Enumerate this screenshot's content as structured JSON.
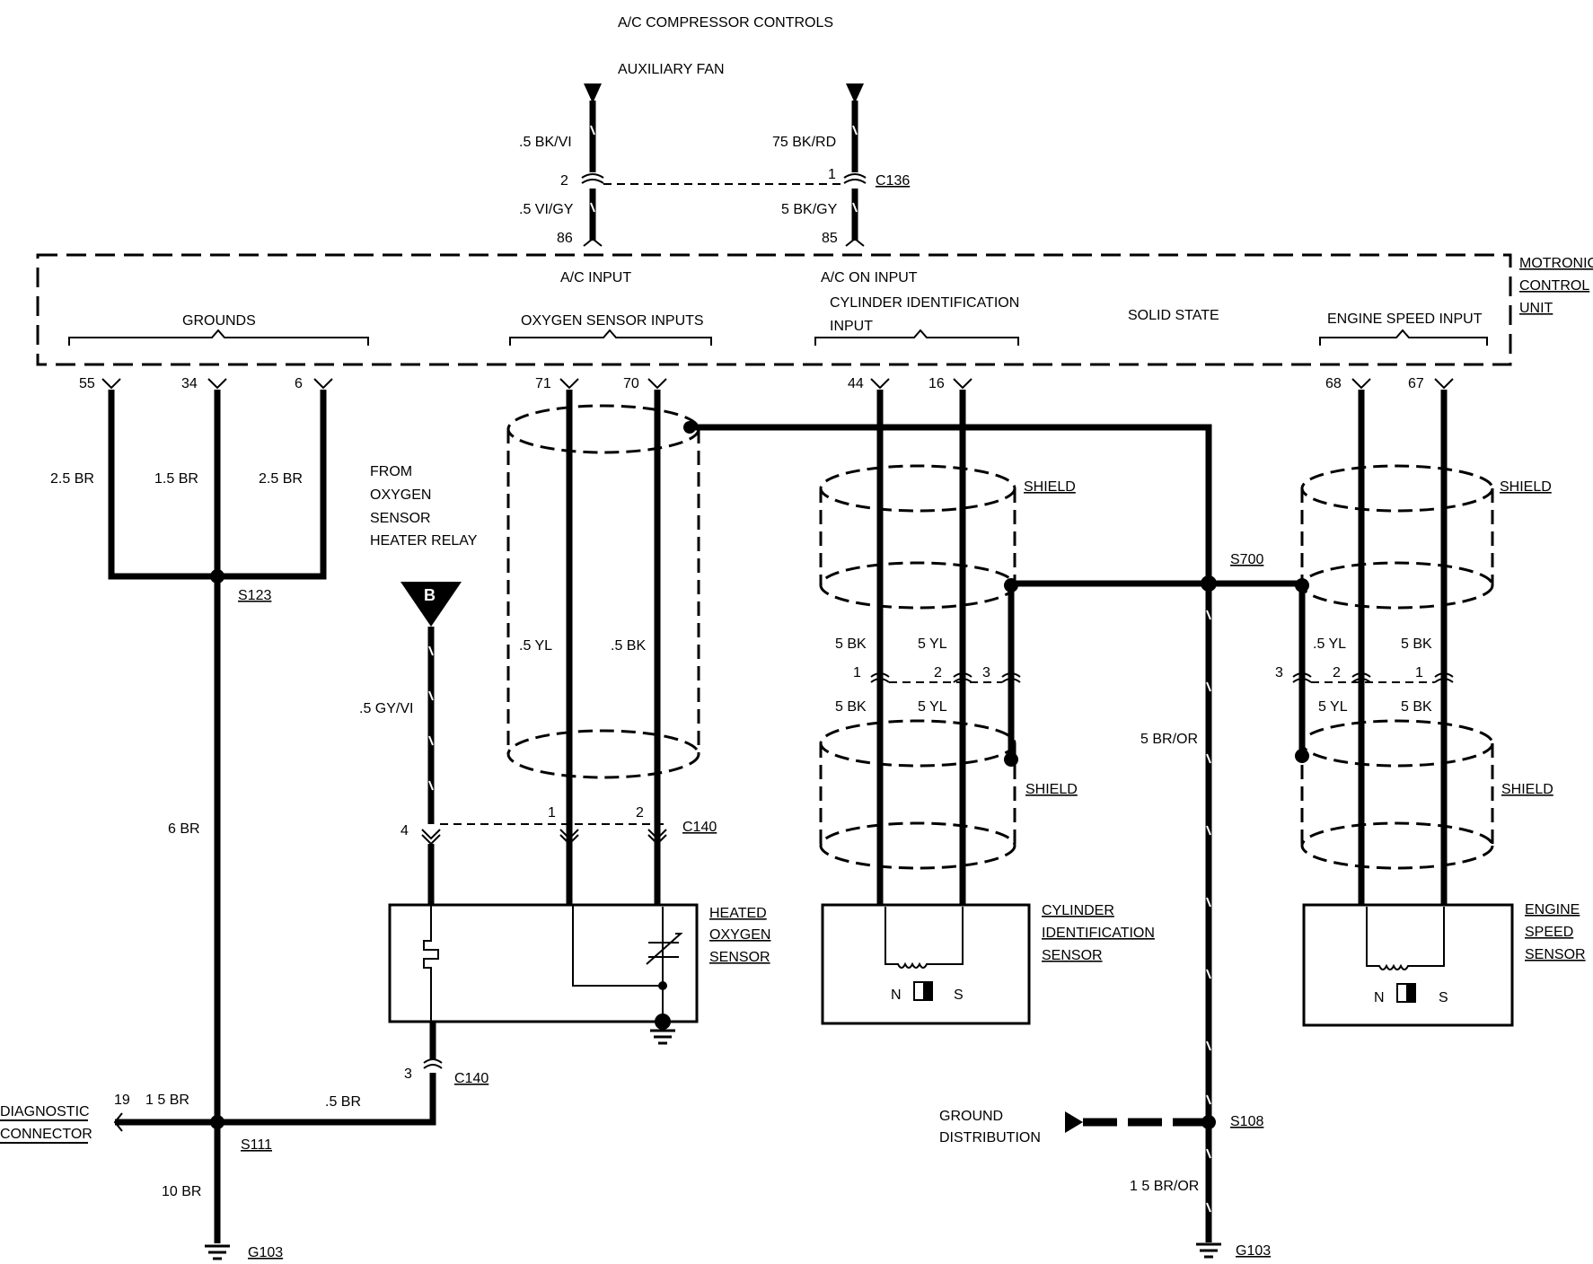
{
  "title": "A/C COMPRESSOR CONTROLS",
  "top": {
    "aux_fan": "AUXILIARY FAN",
    "w_left_upper": ".5 BK/VI",
    "w_right_upper": "75 BK/RD",
    "pin_2": "2",
    "pin_1": "1",
    "conn_c136": "C136",
    "w_left_lower": ".5 VI/GY",
    "w_right_lower": "5 BK/GY",
    "pin_86": "86",
    "pin_85": "85"
  },
  "ecu": {
    "name_l1": "MOTRONIC",
    "name_l2": "CONTROL",
    "name_l3": "UNIT",
    "ac_input": "A/C INPUT",
    "ac_on_input": "A/C ON INPUT",
    "grounds": "GROUNDS",
    "oxygen_inputs": "OXYGEN SENSOR INPUTS",
    "cyl_id_l1": "CYLINDER IDENTIFICATION",
    "cyl_id_l2": "INPUT",
    "solid_state": "SOLID STATE",
    "engine_speed_input": "ENGINE SPEED INPUT",
    "pins": [
      "55",
      "34",
      "6",
      "71",
      "70",
      "44",
      "16",
      "68",
      "67"
    ]
  },
  "grounds_section": {
    "w1": "2.5 BR",
    "w2": "1.5 BR",
    "w3": "2.5 BR",
    "splice_s123": "S123",
    "w_main": "6 BR",
    "diag_l1": "DIAGNOSTIC",
    "diag_l2": "CONNECTOR",
    "diag_pin": "19",
    "diag_wire": "1 5 BR",
    "splice_s111": "S111",
    "w_right": ".5 BR",
    "w_bottom": "10 BR",
    "ground_g103": "G103"
  },
  "oxygen_section": {
    "from_l1": "FROM",
    "from_l2": "OXYGEN",
    "from_l3": "SENSOR",
    "from_l4": "HEATER RELAY",
    "connector_b": "B",
    "w_gyvi": ".5 GY/VI",
    "w_yl": ".5 YL",
    "w_bk": ".5 BK",
    "pin_4": "4",
    "pin_1": "1",
    "pin_2": "2",
    "conn_c140": "C140",
    "sensor_l1": "HEATED",
    "sensor_l2": "OXYGEN",
    "sensor_l3": "SENSOR",
    "pin_3": "3",
    "conn_c140_b": "C140"
  },
  "cyl_section": {
    "shield_top": "SHIELD",
    "w_bk_u": "5 BK",
    "w_yl_u": "5 YL",
    "pin_1": "1",
    "pin_2": "2",
    "pin_3": "3",
    "w_bk_l": "5 BK",
    "w_yl_l": "5 YL",
    "shield_bottom": "SHIELD",
    "sensor_l1": "CYLINDER",
    "sensor_l2": "IDENTIFICATION",
    "sensor_l3": "SENSOR",
    "pole_n": "N",
    "pole_s": "S"
  },
  "ground_path": {
    "splice_s700": "S700",
    "w_bror": "5 BR/OR",
    "dist_l1": "GROUND",
    "dist_l2": "DISTRIBUTION",
    "splice_s108": "S108",
    "w_bottom": "1 5 BR/OR",
    "ground_g103": "G103"
  },
  "speed_section": {
    "shield_top": "SHIELD",
    "w_yl_u": ".5 YL",
    "w_bk_u": "5 BK",
    "pin_3": "3",
    "pin_2": "2",
    "pin_1": "1",
    "w_yl_l": "5 YL",
    "w_bk_l": "5 BK",
    "shield_bottom": "SHIELD",
    "sensor_l1": "ENGINE",
    "sensor_l2": "SPEED",
    "sensor_l3": "SENSOR",
    "pole_n": "N",
    "pole_s": "S"
  }
}
